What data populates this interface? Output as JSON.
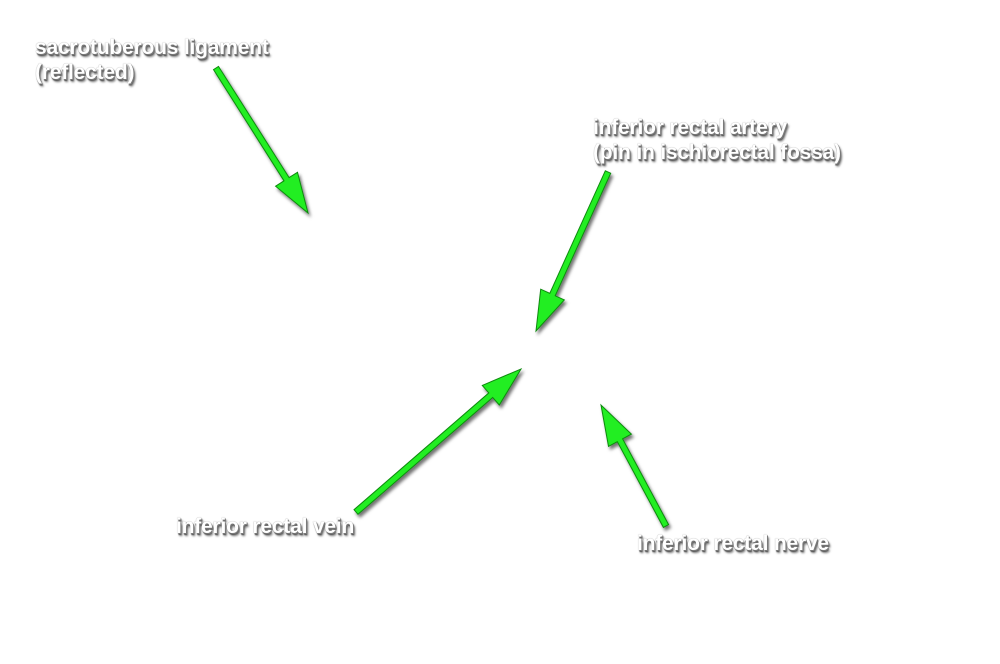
{
  "labels": {
    "sacrotuberous": {
      "line1": "sacrotuberous ligament",
      "line2": "(reflected)"
    },
    "artery": {
      "line1": "inferior rectal artery",
      "line2": "(pin in ischiorectal fossa)"
    },
    "vein": {
      "line1": "inferior rectal vein"
    },
    "nerve": {
      "line1": "inferior rectal nerve"
    }
  },
  "colors": {
    "arrow": "#22ee22",
    "arrow_outline": "#0e8a0e",
    "label_text": "#ffffff",
    "background": "#ffffff"
  },
  "arrows": [
    {
      "name": "sacrotuberous-ligament-arrow",
      "points_to": "sacrotuberous ligament (reflected)"
    },
    {
      "name": "inferior-rectal-artery-arrow",
      "points_to": "inferior rectal artery"
    },
    {
      "name": "inferior-rectal-vein-arrow",
      "points_to": "inferior rectal vein"
    },
    {
      "name": "inferior-rectal-nerve-arrow",
      "points_to": "inferior rectal nerve"
    }
  ]
}
